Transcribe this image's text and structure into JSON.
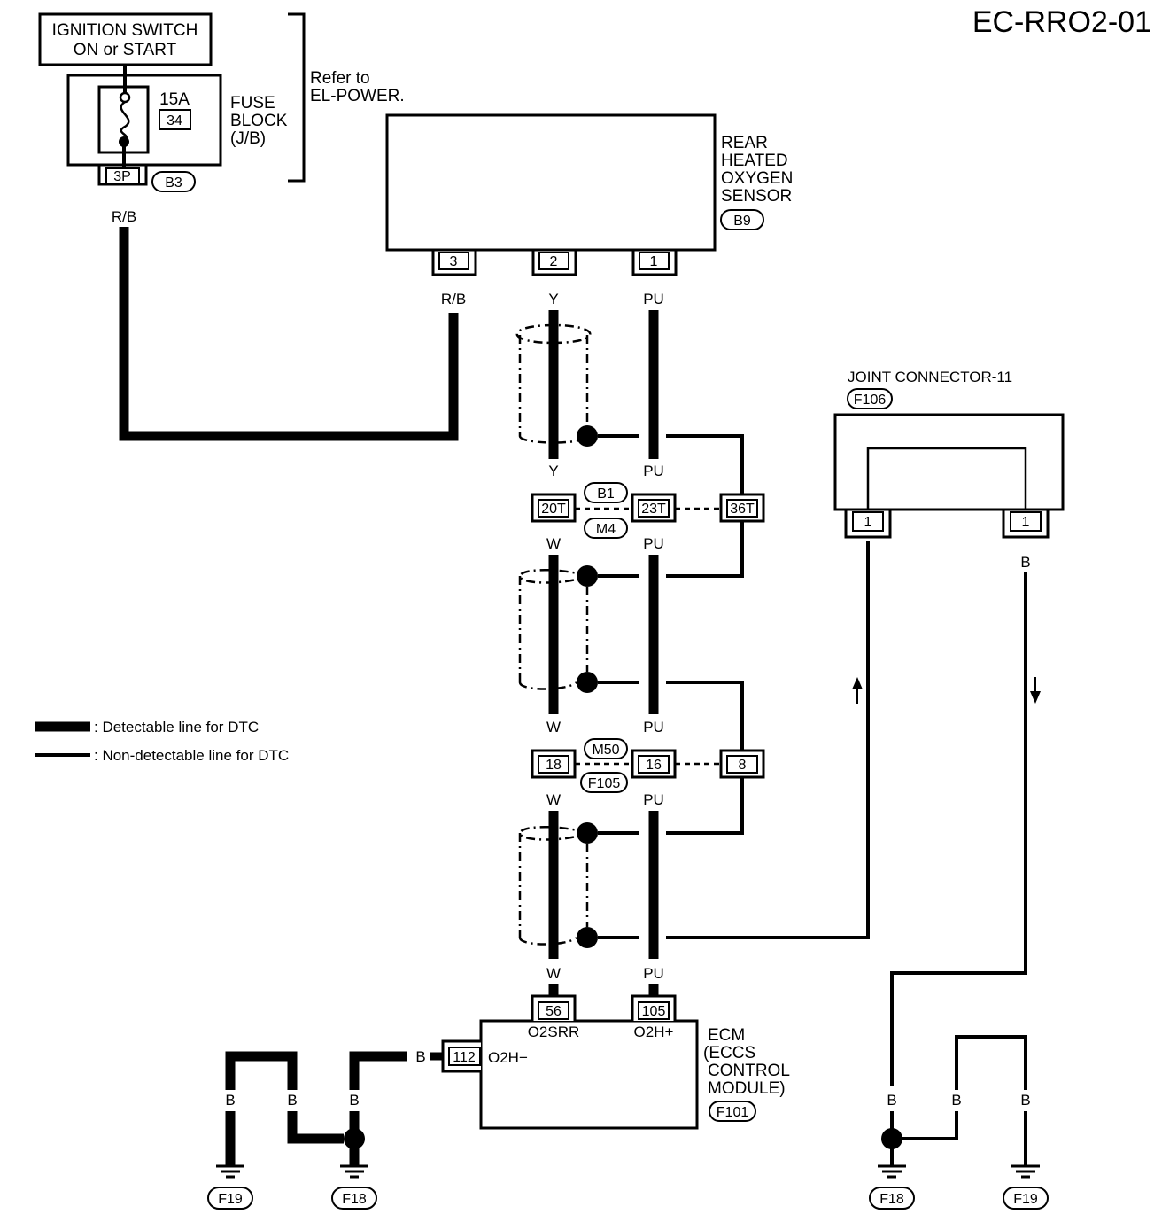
{
  "diagram_id": "EC-RRO2-01",
  "ignition_switch": {
    "line1": "IGNITION SWITCH",
    "line2": "ON or START"
  },
  "fuse": {
    "amp": "15A",
    "number": "34"
  },
  "fuse_block": {
    "line1": "FUSE",
    "line2": "BLOCK",
    "line3": "(J/B)",
    "terminal": "3P",
    "connector": "B3"
  },
  "refer": {
    "line1": "Refer to",
    "line2": "EL-POWER."
  },
  "sensor": {
    "line1": "REAR",
    "line2": "HEATED",
    "line3": "OXYGEN",
    "line4": "SENSOR",
    "connector": "B9",
    "pins": [
      "3",
      "2",
      "1"
    ]
  },
  "joint_connector": {
    "title": "JOINT CONNECTOR-11",
    "connector": "F106",
    "pins": [
      "1",
      "1"
    ]
  },
  "wire_colors": {
    "rb": "R/B",
    "y": "Y",
    "pu": "PU",
    "w": "W",
    "b": "B"
  },
  "connector_b1_m4": {
    "top": "B1",
    "bottom": "M4",
    "pins": [
      "20T",
      "23T",
      "36T"
    ]
  },
  "connector_m50_f105": {
    "top": "M50",
    "bottom": "F105",
    "pins": [
      "18",
      "16",
      "8"
    ]
  },
  "ecm": {
    "line1": "ECM",
    "line2": "(ECCS",
    "line3": "CONTROL",
    "line4": "MODULE)",
    "connector": "F101",
    "pins": {
      "o2srr": "56",
      "o2h_plus": "105",
      "o2h_minus": "112"
    },
    "pin_labels": {
      "o2srr": "O2SRR",
      "o2h_plus": "O2H+",
      "o2h_minus": "O2H−"
    }
  },
  "grounds": [
    "F19",
    "F18",
    "F18",
    "F19"
  ],
  "legend": {
    "detectable": ": Detectable line for DTC",
    "non_detectable": ": Non-detectable line for DTC"
  }
}
